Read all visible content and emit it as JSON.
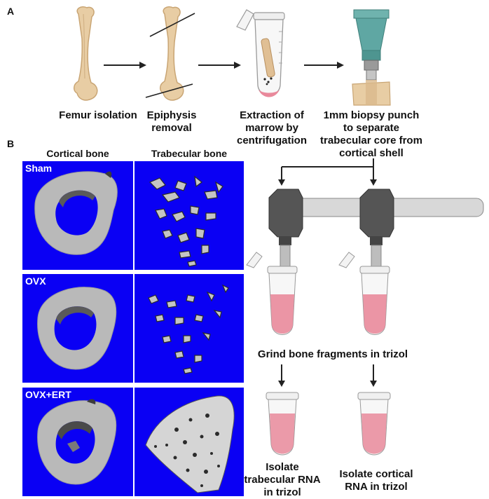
{
  "panel_a": {
    "letter": "A",
    "steps": [
      {
        "label": "Femur isolation"
      },
      {
        "label": "Epiphysis removal"
      },
      {
        "label": "Extraction of marrow by centrifugation"
      },
      {
        "label": "1mm biopsy punch to separate trabecular core from cortical shell"
      }
    ]
  },
  "panel_b": {
    "letter": "B",
    "col_headers": [
      "Cortical bone",
      "Trabecular bone"
    ],
    "groups": [
      "Sham",
      "OVX",
      "OVX+ERT"
    ],
    "grind_label": "Grind bone fragments in trizol",
    "outputs": [
      "Isolate trabecular RNA in trizol",
      "Isolate cortical RNA in trizol"
    ]
  },
  "colors": {
    "ct_background": "#0a00f4",
    "bone": "#e8cda4",
    "bone_outline": "#c9a574",
    "trizol_pink": "#e9899b",
    "punch_teal": "#5fa7a3"
  },
  "icons": [
    "femur-icon",
    "cut-femur-icon",
    "centrifuge-tube-icon",
    "biopsy-punch-icon",
    "homogenizer-icon",
    "tube-icon"
  ]
}
